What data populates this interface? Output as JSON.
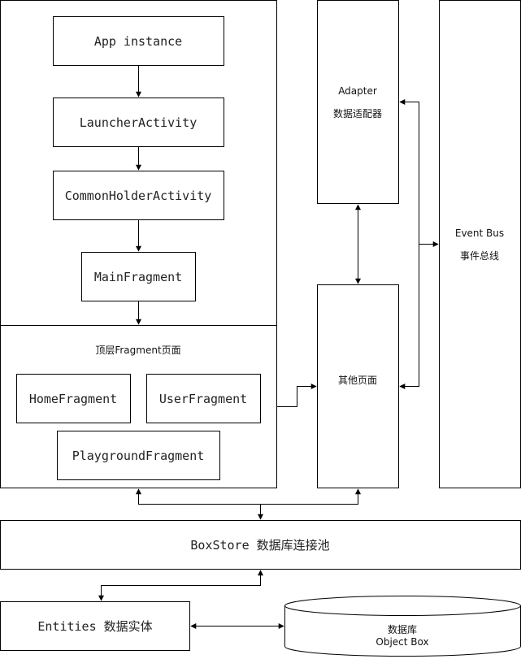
{
  "nodes": {
    "app_instance": "App instance",
    "launcher_activity": "LauncherActivity",
    "common_holder_activity": "CommonHolderActivity",
    "main_fragment": "MainFragment",
    "top_fragment_page": "顶层Fragment页面",
    "home_fragment": "HomeFragment",
    "user_fragment": "UserFragment",
    "playground_fragment": "PlaygroundFragment",
    "adapter_title": "Adapter",
    "adapter_subtitle": "数据适配器",
    "other_pages": "其他页面",
    "event_bus_title": "Event Bus",
    "event_bus_subtitle": "事件总线",
    "boxstore": "BoxStore 数据库连接池",
    "entities": "Entities 数据实体",
    "database_title": "数据库",
    "database_subtitle": "Object Box"
  }
}
